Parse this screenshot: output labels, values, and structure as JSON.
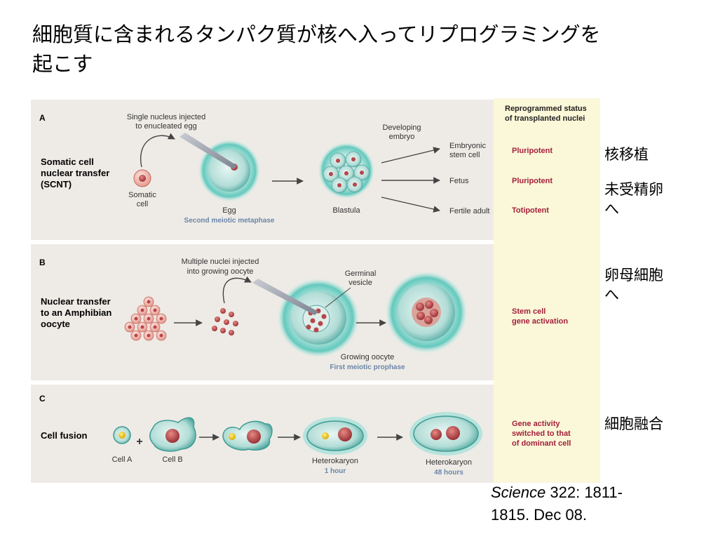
{
  "slide": {
    "title_line1": "細胞質に含まれるタンパク質が核へ入ってリプログラミングを",
    "title_line2": "起こす",
    "side_labels": [
      "核移植",
      "未受精卵",
      "へ",
      "卵母細胞",
      "へ",
      "細胞融合"
    ],
    "citation_journal": "Science",
    "citation_rest_line1": " 322: 1811-",
    "citation_line2": "1815. Dec 08."
  },
  "figure": {
    "status_header_line1": "Reprogrammed status",
    "status_header_line2": "of transplanted nuclei",
    "panel_a": {
      "letter": "A",
      "method_line1": "Somatic cell",
      "method_line2": "nuclear transfer",
      "method_line3": "(SCNT)",
      "somatic_line1": "Somatic",
      "somatic_line2": "cell",
      "injected_line1": "Single nucleus injected",
      "injected_line2": "to enucleated egg",
      "egg": "Egg",
      "egg_stage": "Second meiotic metaphase",
      "blastula": "Blastula",
      "developing_line1": "Developing",
      "developing_line2": "embryo",
      "out1_line1": "Embryonic",
      "out1_line2": "stem cell",
      "out2": "Fetus",
      "out3": "Fertile adult",
      "status1": "Pluripotent",
      "status2": "Pluripotent",
      "status3": "Totipotent"
    },
    "panel_b": {
      "letter": "B",
      "method_line1": "Nuclear transfer",
      "method_line2": "to an Amphibian",
      "method_line3": "oocyte",
      "injected_line1": "Multiple nuclei injected",
      "injected_line2": "into growing oocyte",
      "germinal_line1": "Germinal",
      "germinal_line2": "vesicle",
      "oocyte": "Growing oocyte",
      "oocyte_stage": "First meiotic prophase",
      "status_line1": "Stem cell",
      "status_line2": "gene activation"
    },
    "panel_c": {
      "letter": "C",
      "method": "Cell fusion",
      "plus": "+",
      "cell_a": "Cell A",
      "cell_b": "Cell B",
      "hetero1": "Heterokaryon",
      "hetero1_time": "1 hour",
      "hetero2": "Heterokaryon",
      "hetero2_time": "48 hours",
      "status_line1": "Gene activity",
      "status_line2": "switched to that",
      "status_line3": "of dominant cell"
    },
    "colors": {
      "panel_bg": "#eeebe6",
      "status_bg": "#fbf7d9",
      "status_text": "#a3203a",
      "cell_teal": "#5ec6bc",
      "nucleus_red": "#b8454a",
      "stage_text": "#6a86a8"
    }
  }
}
